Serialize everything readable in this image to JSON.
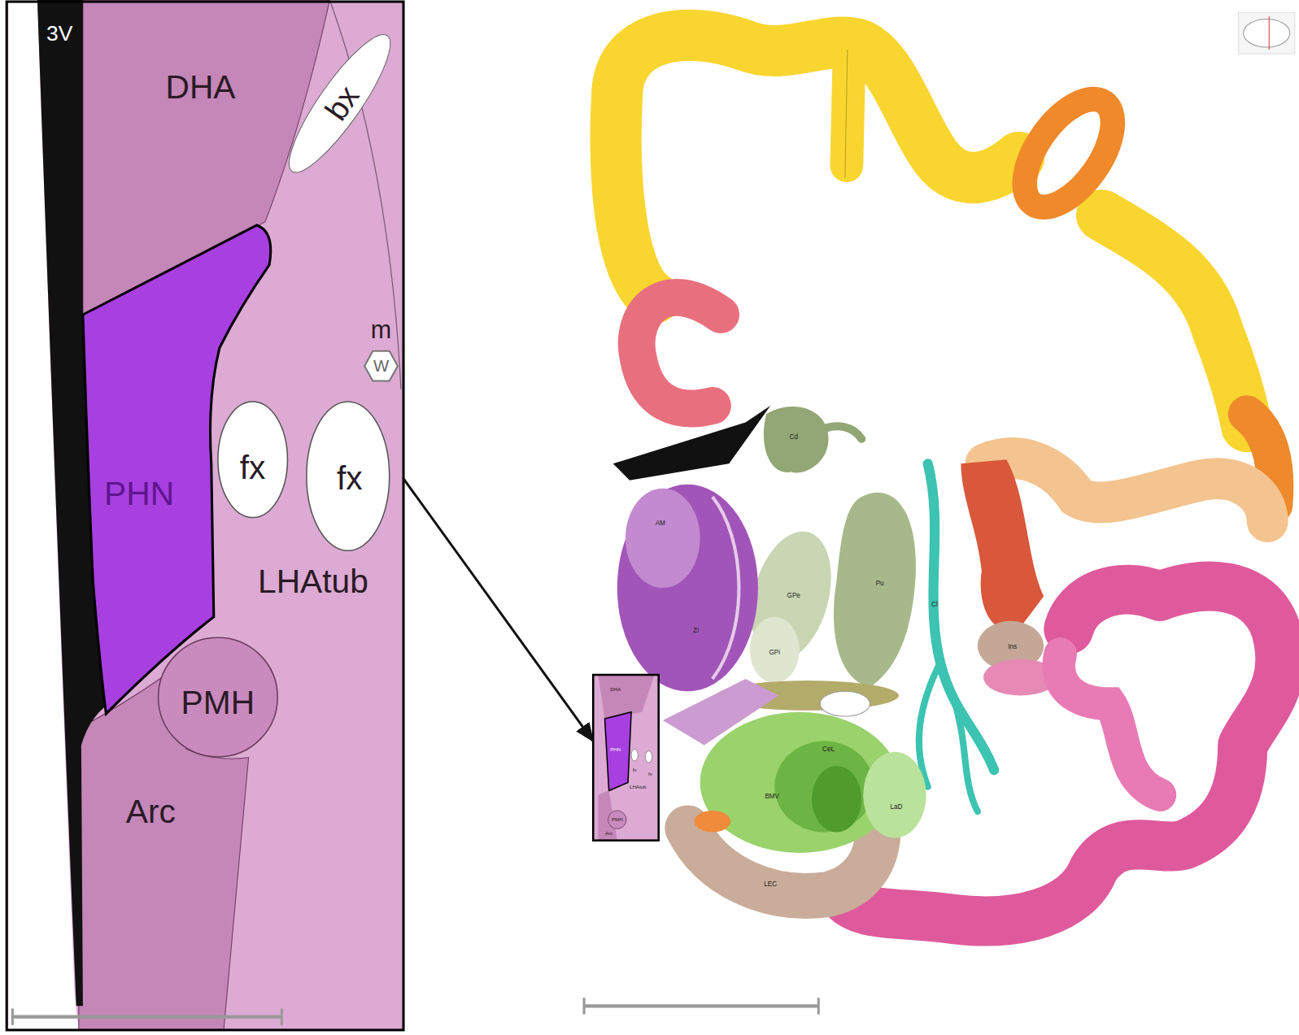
{
  "diagram": {
    "nodes": [
      {
        "text": [
          "3V"
        ]
      },
      {
        "text": [
          "DHA"
        ]
      },
      {
        "text": [
          "bx"
        ]
      },
      {
        "text": [
          "PHN"
        ]
      },
      {
        "text": [
          "fx"
        ]
      },
      {
        "text": [
          "fx"
        ]
      },
      {
        "text": [
          "LHAtub"
        ]
      },
      {
        "text": [
          "PMH"
        ]
      },
      {
        "text": [
          "Arc"
        ]
      },
      {
        "text": [
          "DHA",
          "PHN",
          "fx",
          "fx",
          "LHAtub",
          "PMH",
          "Arc"
        ]
      }
    ],
    "edges": [
      {
        "from": 6,
        "to": 9,
        "arrow": "to"
      }
    ],
    "labels": [
      "m",
      "W",
      "Cd",
      "AM",
      "Pu",
      "GPe",
      "ZI",
      "Cl",
      "Ins",
      "GPi",
      "CeL",
      "BMV",
      "LaD",
      "LEC"
    ]
  }
}
